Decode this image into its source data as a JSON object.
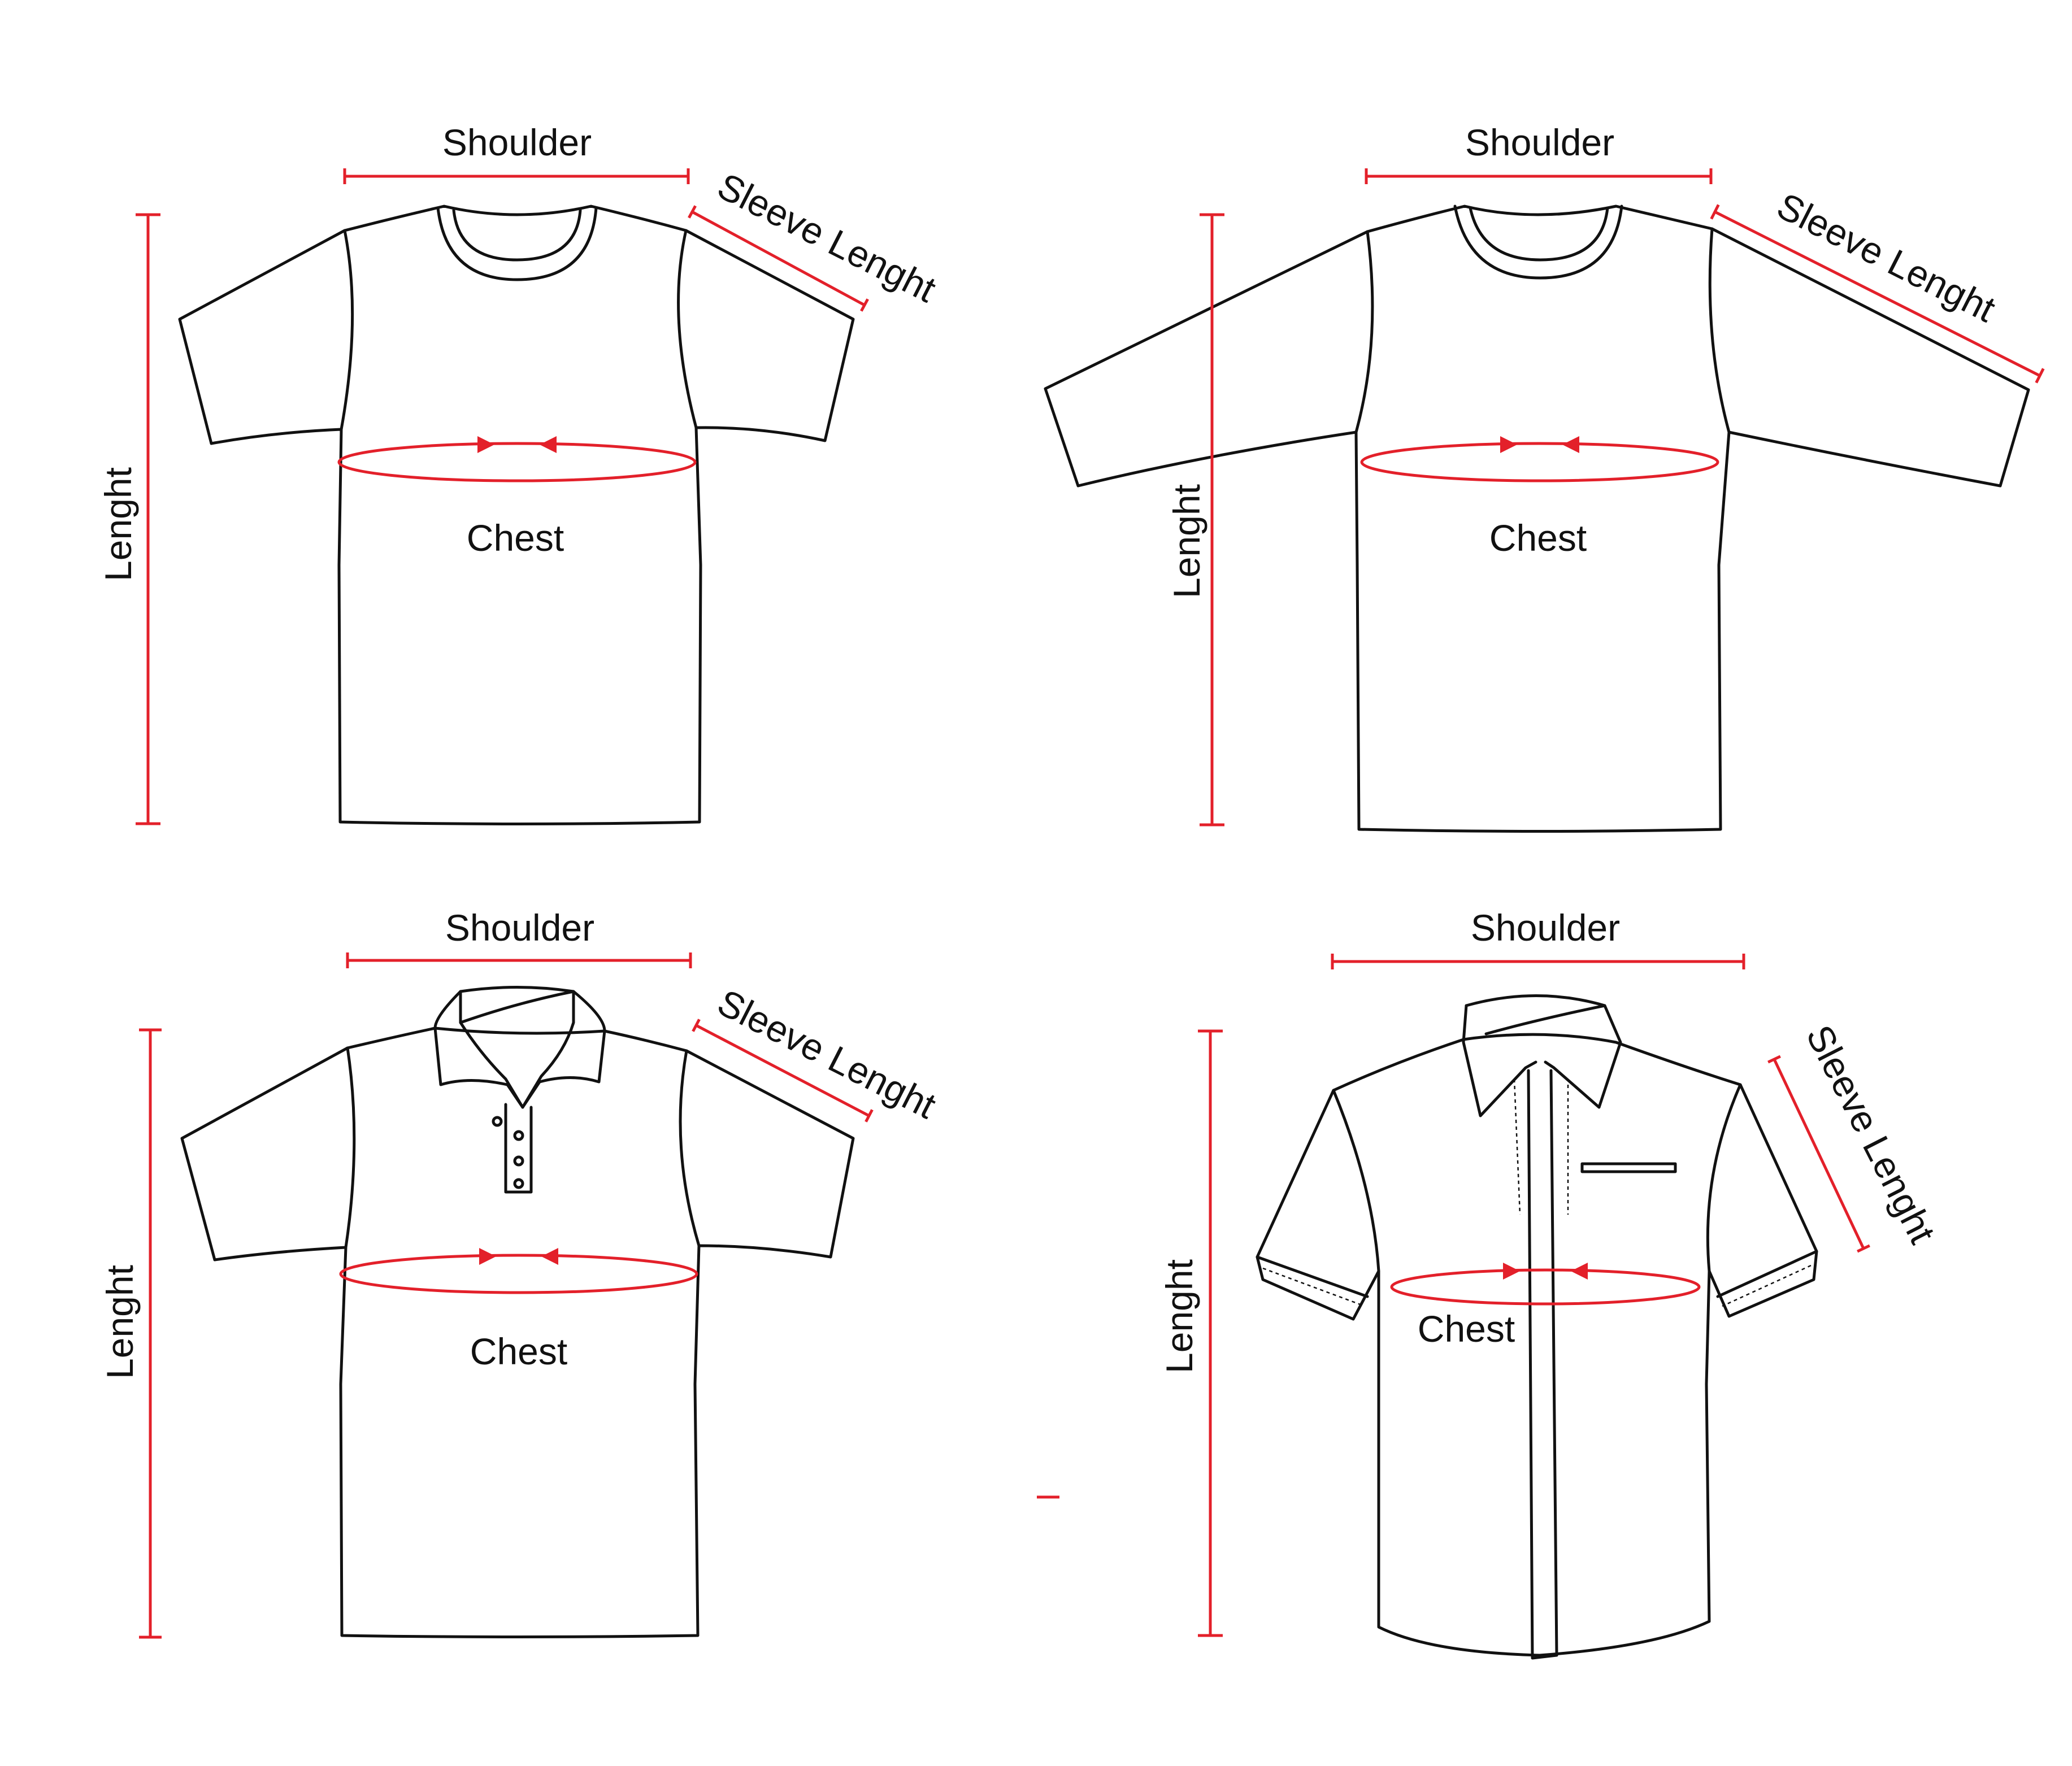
{
  "colors": {
    "measure": "#e3202a",
    "outline": "#111111",
    "background": "#ffffff"
  },
  "labels": {
    "shoulder": "Shoulder",
    "sleeve": "Sleeve Lenght",
    "chest": "Chest",
    "length": "Lenght"
  },
  "garments": [
    {
      "id": "tshirt",
      "type": "t-shirt"
    },
    {
      "id": "longsleeve",
      "type": "long-sleeve shirt"
    },
    {
      "id": "polo",
      "type": "polo shirt"
    },
    {
      "id": "buttonshirt",
      "type": "button-up shirt"
    }
  ]
}
